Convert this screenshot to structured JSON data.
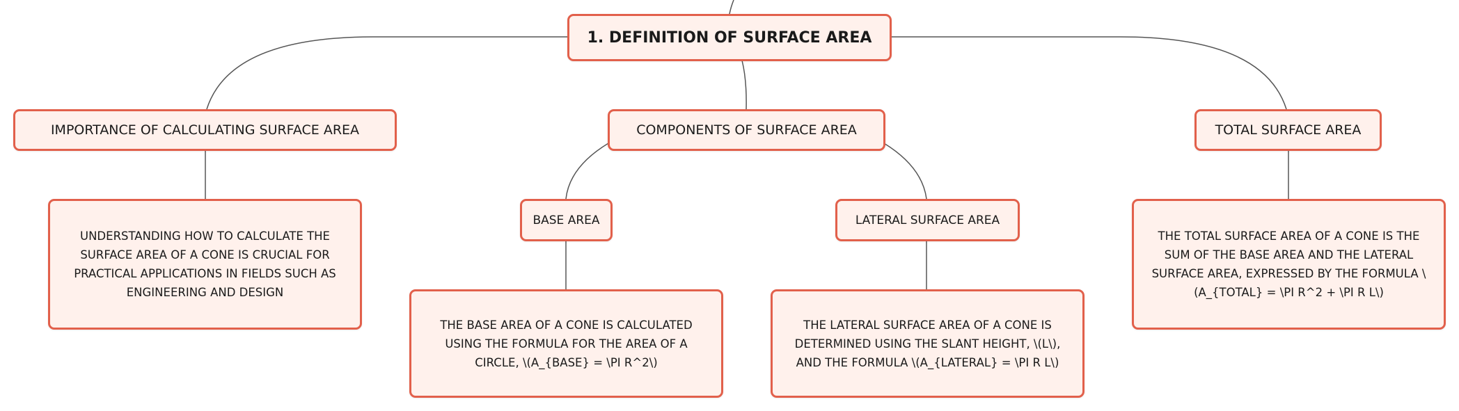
{
  "colors": {
    "node_fill": "#fff1ec",
    "node_border": "#e2604b",
    "connector": "#555555",
    "text": "#1a1a1a"
  },
  "root": {
    "label": "1. DEFINITION OF SURFACE AREA"
  },
  "branches": {
    "importance": {
      "label": "IMPORTANCE OF CALCULATING SURFACE AREA",
      "detail": "UNDERSTANDING HOW TO CALCULATE THE SURFACE AREA OF A CONE IS CRUCIAL FOR PRACTICAL APPLICATIONS IN FIELDS SUCH AS ENGINEERING AND DESIGN"
    },
    "components": {
      "label": "COMPONENTS OF SURFACE AREA",
      "base": {
        "label": "BASE AREA",
        "detail": "THE BASE AREA OF A CONE IS CALCULATED USING THE FORMULA FOR THE AREA OF A CIRCLE, \\(A_{BASE} = \\PI R^2\\)"
      },
      "lateral": {
        "label": "LATERAL SURFACE AREA",
        "detail": "THE LATERAL SURFACE AREA OF A CONE IS DETERMINED USING THE SLANT HEIGHT, \\(L\\), AND THE FORMULA \\(A_{LATERAL} = \\PI R L\\)"
      }
    },
    "total": {
      "label": "TOTAL SURFACE AREA",
      "detail": "THE TOTAL SURFACE AREA OF A CONE IS THE SUM OF THE BASE AREA AND THE LATERAL SURFACE AREA, EXPRESSED BY THE FORMULA \\(A_{TOTAL} = \\PI R^2 + \\PI R L\\)"
    }
  }
}
